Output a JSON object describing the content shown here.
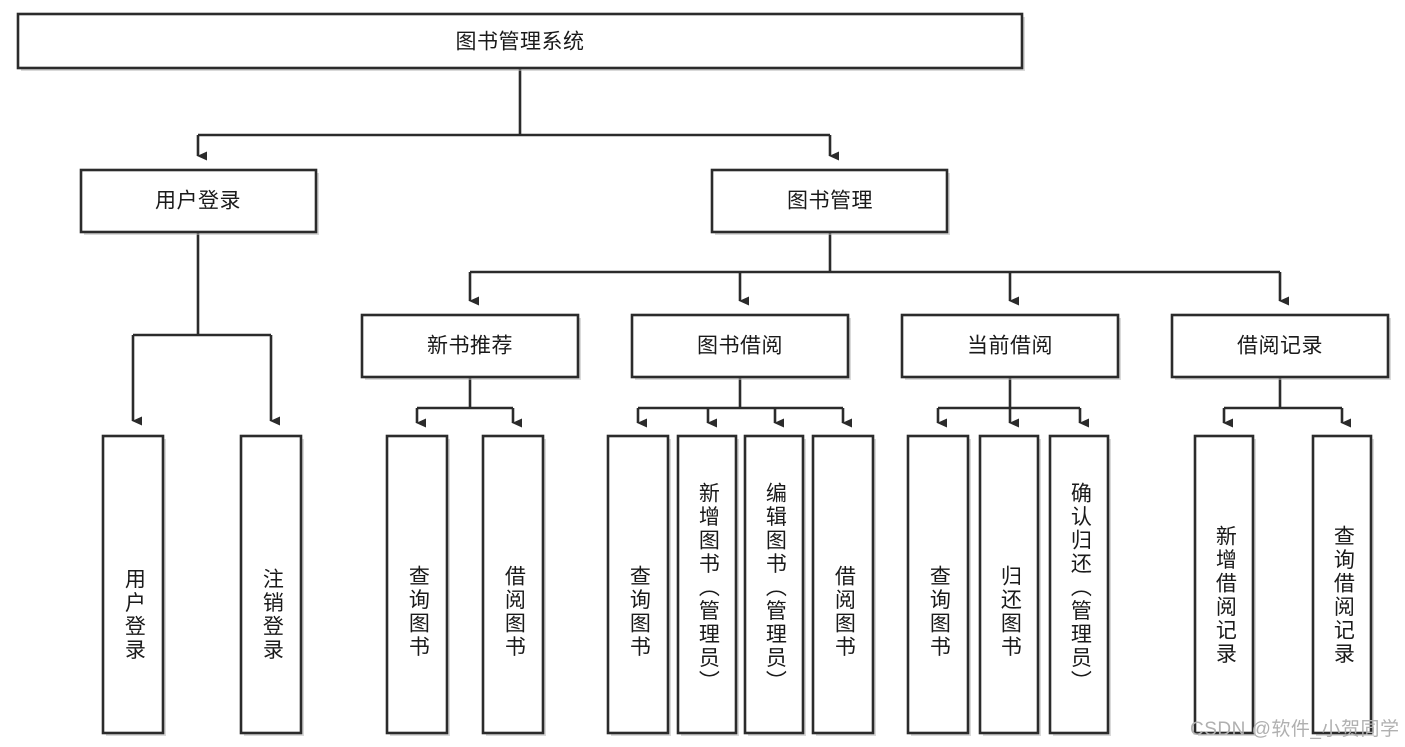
{
  "diagram": {
    "type": "tree-hierarchy",
    "title": "图书管理系统",
    "colors": {
      "box_stroke": "#2b2b2b",
      "box_fill": "#ffffff",
      "connector": "#2b2b2b",
      "text": "#1a1a1a",
      "background": "#ffffff",
      "watermark": "#b0b0b0"
    },
    "root": {
      "label": "图书管理系统"
    },
    "level2": [
      {
        "label": "用户登录"
      },
      {
        "label": "图书管理"
      }
    ],
    "level3": [
      {
        "label": "新书推荐"
      },
      {
        "label": "图书借阅"
      },
      {
        "label": "当前借阅"
      },
      {
        "label": "借阅记录"
      }
    ],
    "leaves": {
      "user_login": [
        {
          "label": "用户登录"
        },
        {
          "label": "注销登录"
        }
      ],
      "new_book": [
        {
          "label": "查询图书"
        },
        {
          "label": "借阅图书"
        }
      ],
      "book_borrow": [
        {
          "label": "查询图书"
        },
        {
          "label": "新增图书（管理员）"
        },
        {
          "label": "编辑图书（管理员）"
        },
        {
          "label": "借阅图书"
        }
      ],
      "current_borrow": [
        {
          "label": "查询图书"
        },
        {
          "label": "归还图书"
        },
        {
          "label": "确认归还（管理员）"
        }
      ],
      "borrow_record": [
        {
          "label": "新增借阅记录"
        },
        {
          "label": "查询借阅记录"
        }
      ]
    },
    "watermark": "CSDN @软件_小贺同学"
  }
}
